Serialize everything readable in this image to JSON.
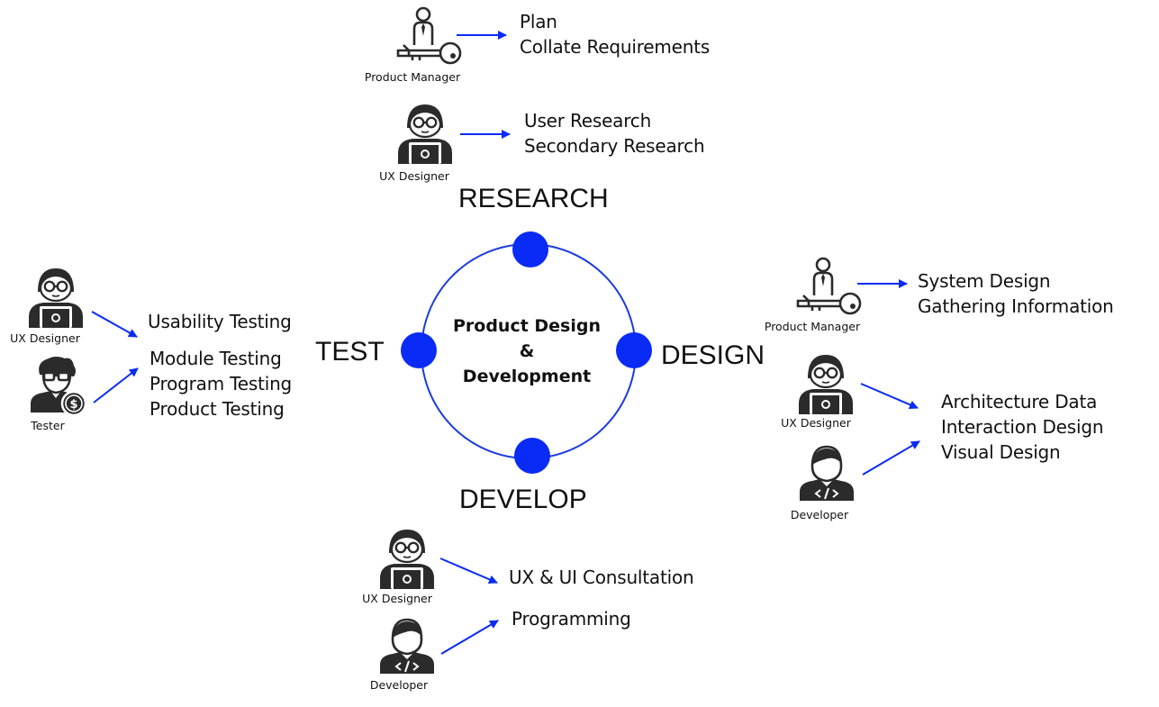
{
  "center": {
    "line1": "Product Design",
    "line2": "&",
    "line3": "Development"
  },
  "phases": {
    "research": "RESEARCH",
    "design": "DESIGN",
    "develop": "DEVELOP",
    "test": "TEST"
  },
  "research": {
    "pm_role": "Product Manager",
    "pm_tasks": [
      "Plan",
      "Collate Requirements"
    ],
    "ux_role": "UX Designer",
    "ux_tasks": [
      "User Research",
      "Secondary Research"
    ]
  },
  "design": {
    "pm_role": "Product Manager",
    "pm_tasks": [
      "System Design",
      "Gathering Information"
    ],
    "ux_role": "UX Designer",
    "dev_role": "Developer",
    "shared_tasks": [
      "Architecture Data",
      "Interaction Design",
      "Visual Design"
    ]
  },
  "develop": {
    "ux_role": "UX Designer",
    "ux_task": "UX & UI Consultation",
    "dev_role": "Developer",
    "dev_task": "Programming"
  },
  "test": {
    "ux_role": "UX Designer",
    "ux_task": "Usability Testing",
    "tester_role": "Tester",
    "tester_tasks": [
      "Module Testing",
      "Program Testing",
      "Product Testing"
    ]
  },
  "colors": {
    "accent": "#0a2bf5",
    "ring": "#1a3be0",
    "icon": "#2b2b2b"
  },
  "icons": [
    "product-manager-icon",
    "ux-designer-icon",
    "developer-icon",
    "tester-icon"
  ]
}
